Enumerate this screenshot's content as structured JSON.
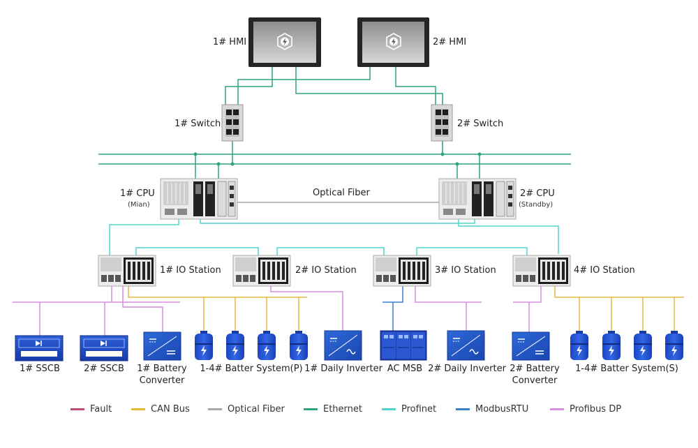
{
  "colors": {
    "fault": "#c44b70",
    "can_bus": "#e8b93e",
    "optical_fiber": "#a7a7a7",
    "ethernet": "#2ea37d",
    "profinet": "#4fd3cd",
    "modbus_rtu": "#3b7fd1",
    "profibus_dp": "#d98ce0"
  },
  "labels": {
    "hmi1": "1# HMI",
    "hmi2": "2# HMI",
    "switch1": "1# Switch",
    "switch2": "2# Switch",
    "cpu1": "1# CPU",
    "cpu1_sub": "(Mian)",
    "cpu2": "2# CPU",
    "cpu2_sub": "(Standby)",
    "optical_fiber": "Optical Fiber",
    "io1": "1# IO Station",
    "io2": "2# IO Station",
    "io3": "3# IO Station",
    "io4": "4# IO Station",
    "sscb1": "1# SSCB",
    "sscb2": "2# SSCB",
    "conv1_l1": "1# Battery",
    "conv1_l2": "Converter",
    "batt_p": "1-4# Batter System(P)",
    "inv1": "1# Daily Inverter",
    "acmsb": "AC MSB",
    "inv2": "2# Daily Inverter",
    "conv2_l1": "2# Battery",
    "conv2_l2": "Converter",
    "batt_s": "1-4# Batter System(S)"
  },
  "legend": [
    {
      "label": "Fault",
      "color_key": "fault"
    },
    {
      "label": "CAN Bus",
      "color_key": "can_bus"
    },
    {
      "label": "Optical Fiber",
      "color_key": "optical_fiber"
    },
    {
      "label": "Ethernet",
      "color_key": "ethernet"
    },
    {
      "label": "Profinet",
      "color_key": "profinet"
    },
    {
      "label": "ModbusRTU",
      "color_key": "modbus_rtu"
    },
    {
      "label": "Profibus DP",
      "color_key": "profibus_dp"
    }
  ]
}
